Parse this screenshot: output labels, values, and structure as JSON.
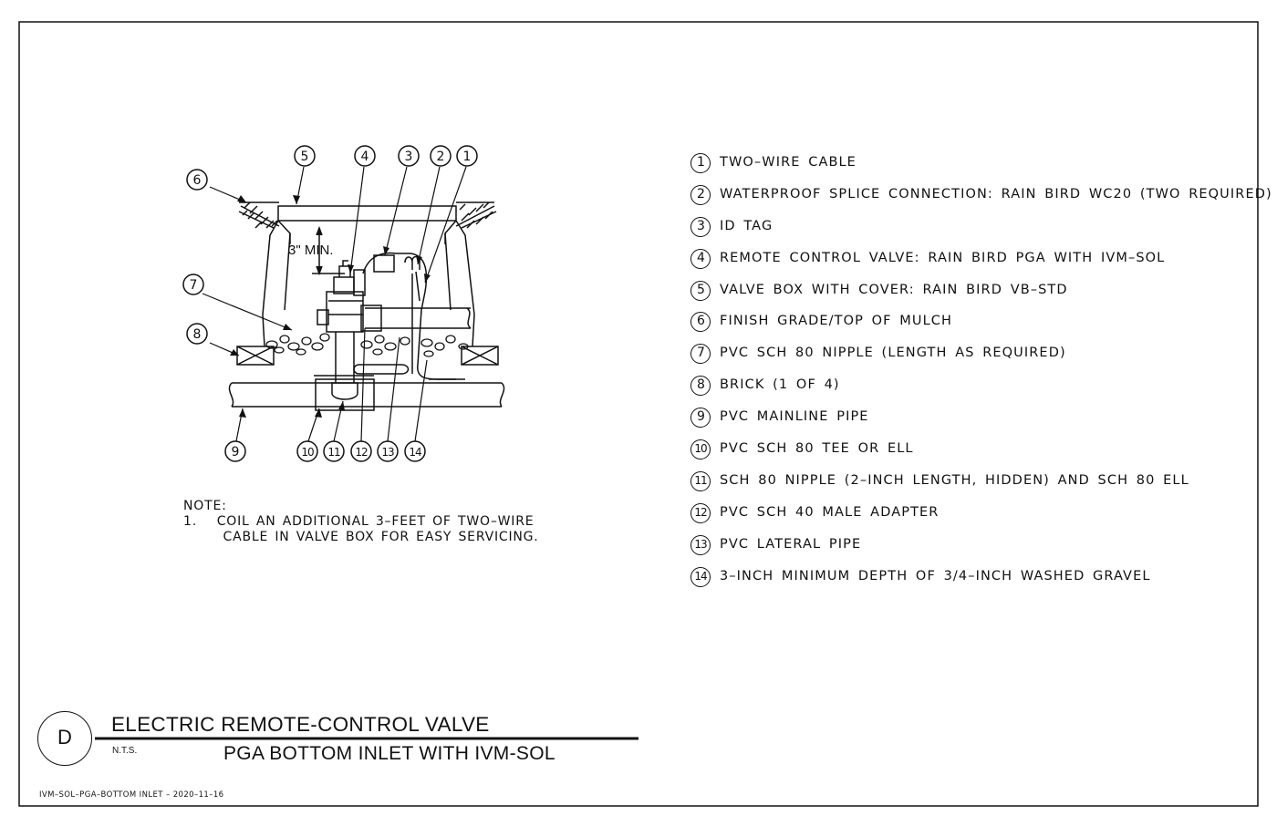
{
  "legend": [
    {
      "num": "1",
      "text": "TWO–WIRE CABLE"
    },
    {
      "num": "2",
      "text": "WATERPROOF SPLICE CONNECTION: RAIN BIRD WC20 (TWO REQUIRED)"
    },
    {
      "num": "3",
      "text": "ID TAG"
    },
    {
      "num": "4",
      "text": "REMOTE CONTROL VALVE: RAIN BIRD PGA WITH IVM–SOL"
    },
    {
      "num": "5",
      "text": "VALVE BOX WITH COVER: RAIN BIRD VB–STD"
    },
    {
      "num": "6",
      "text": "FINISH GRADE/TOP OF MULCH"
    },
    {
      "num": "7",
      "text": "PVC SCH 80 NIPPLE (LENGTH AS REQUIRED)"
    },
    {
      "num": "8",
      "text": "BRICK (1 OF 4)"
    },
    {
      "num": "9",
      "text": "PVC MAINLINE PIPE"
    },
    {
      "num": "10",
      "text": "PVC SCH 80 TEE OR ELL"
    },
    {
      "num": "11",
      "text": "SCH 80 NIPPLE (2–INCH LENGTH, HIDDEN) AND SCH 80 ELL"
    },
    {
      "num": "12",
      "text": "PVC SCH 40 MALE ADAPTER"
    },
    {
      "num": "13",
      "text": "PVC LATERAL PIPE"
    },
    {
      "num": "14",
      "text": "3–INCH MINIMUM DEPTH OF 3/4–INCH WASHED GRAVEL"
    }
  ],
  "drawing": {
    "dimension_label": "3\" MIN.",
    "callouts": [
      "1",
      "2",
      "3",
      "4",
      "5",
      "6",
      "7",
      "8",
      "9",
      "10",
      "11",
      "12",
      "13",
      "14"
    ]
  },
  "note": {
    "heading": "NOTE:",
    "line1": "1.   COIL AN ADDITIONAL 3–FEET OF TWO–WIRE",
    "line2": "      CABLE IN VALVE BOX FOR EASY SERVICING."
  },
  "title_block": {
    "detail_letter": "D",
    "title_line1": "ELECTRIC REMOTE-CONTROL VALVE",
    "title_line2": "PGA BOTTOM INLET WITH IVM-SOL",
    "scale": "N.T.S."
  },
  "footer": "IVM–SOL–PGA–BOTTOM INLET – 2020–11–16"
}
